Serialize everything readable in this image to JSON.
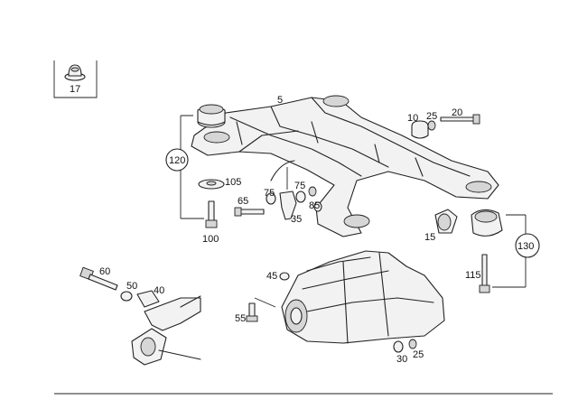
{
  "callouts": {
    "c17": "17",
    "c5": "5",
    "c10": "10",
    "c25a": "25",
    "c20": "20",
    "c120": "120",
    "c105": "105",
    "c65": "65",
    "c75a": "75",
    "c75b": "75",
    "c85": "85",
    "c35": "35",
    "c100": "100",
    "c15": "15",
    "c130": "130",
    "c115": "115",
    "c60": "60",
    "c50": "50",
    "c40": "40",
    "c45": "45",
    "c55": "55",
    "c30": "30",
    "c25b": "25"
  }
}
